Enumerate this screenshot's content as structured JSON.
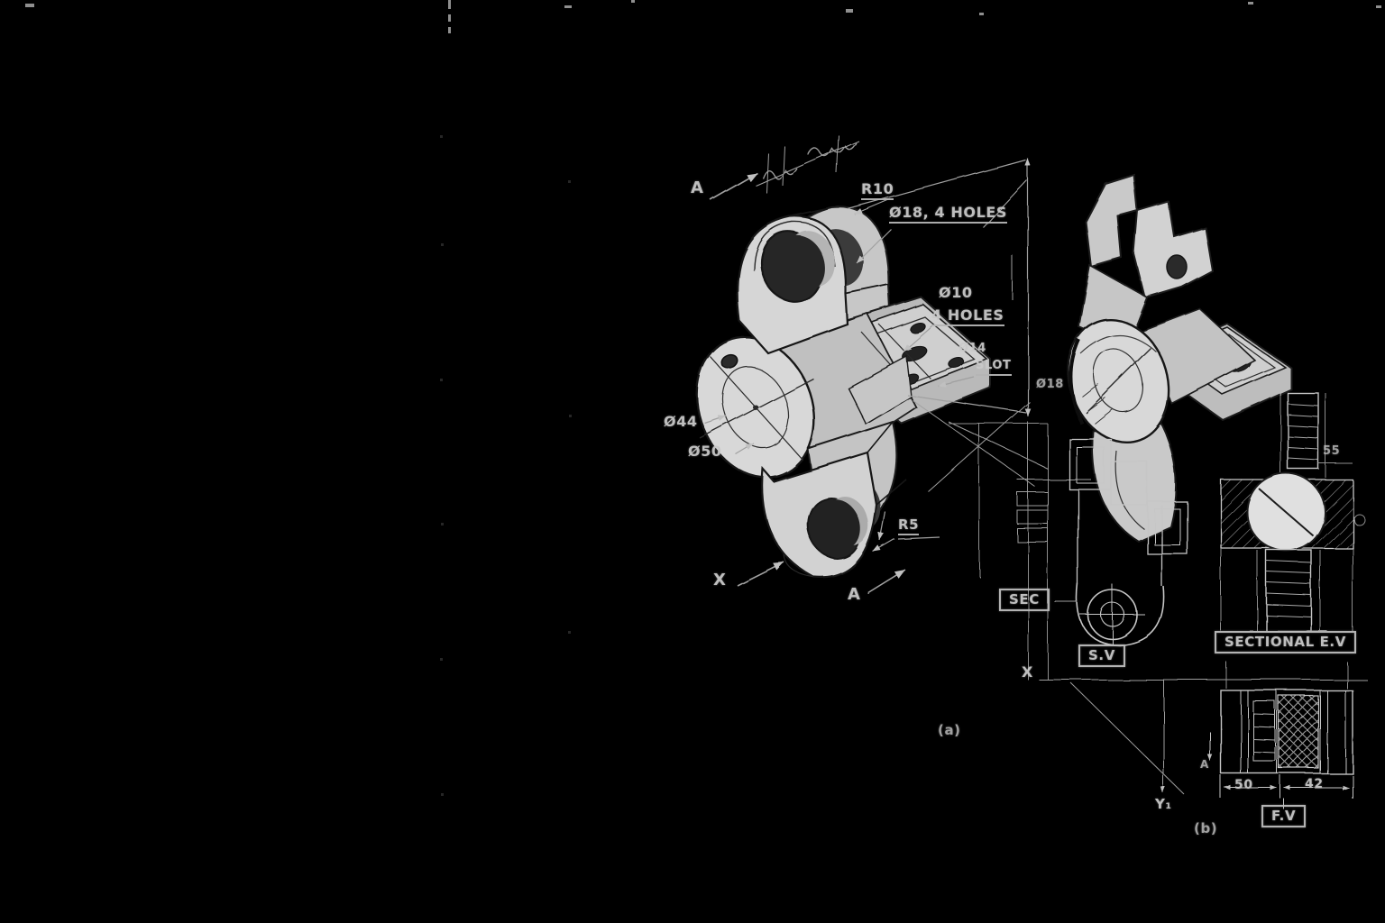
{
  "scene": {
    "description": "Hand-drawn engineering sketch of a rod support bracket on black background",
    "background_color": "#000000",
    "ink_color": "#c9c9c9",
    "paper_color": "#d6d6d6"
  },
  "iso_view": {
    "caption": "(a)",
    "labels": {
      "section_top": "A",
      "section_bottom": "A",
      "axis_x": "X",
      "radius_top": "R10",
      "holes_large": "Ø18, 4 HOLES",
      "holes_small_dia": "Ø10",
      "holes_small_count": "4 HOLES",
      "slot_dia": "Ø14",
      "slot": "SLOT",
      "bore": "Ø18",
      "boss_dia_1": "Ø44",
      "boss_dia_2": "Ø50",
      "fillet": "R5"
    }
  },
  "ortho_view": {
    "caption": "(b)",
    "labels": {
      "sec": "SEC",
      "side_view": "S.V",
      "sectional_elevation": "SECTIONAL E.V",
      "front_view": "F.V",
      "dim_50": "50",
      "dim_42": "42",
      "dim_55": "55",
      "axis_x": "X",
      "axis_y1": "Y₁",
      "datum_a": "A"
    }
  }
}
